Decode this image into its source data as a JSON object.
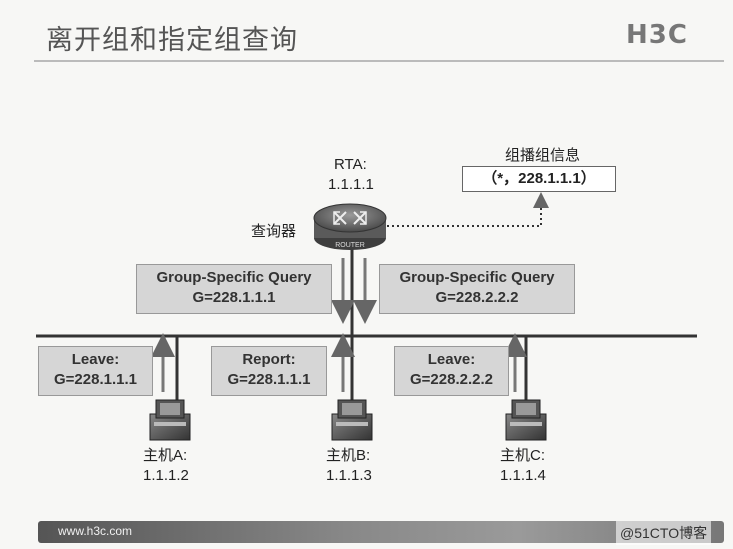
{
  "slide": {
    "title": "离开组和指定组查询",
    "logo": "H3C",
    "footer_url": "www.h3c.com",
    "watermark": "@51CTO博客"
  },
  "router": {
    "name": "RTA:",
    "address": "1.1.1.1",
    "role": "查询器",
    "device_label": "ROUTER"
  },
  "group_info": {
    "title": "组播组信息",
    "value": "（*，228.1.1.1）"
  },
  "queries": [
    {
      "line1": "Group-Specific Query",
      "line2": "G=228.1.1.1"
    },
    {
      "line1": "Group-Specific Query",
      "line2": "G=228.2.2.2"
    }
  ],
  "messages": [
    {
      "line1": "Leave:",
      "line2": "G=228.1.1.1"
    },
    {
      "line1": "Report:",
      "line2": "G=228.1.1.1"
    },
    {
      "line1": "Leave:",
      "line2": "G=228.2.2.2"
    }
  ],
  "hosts": [
    {
      "name": "主机A:",
      "address": "1.1.1.2"
    },
    {
      "name": "主机B:",
      "address": "1.1.1.3"
    },
    {
      "name": "主机C:",
      "address": "1.1.1.4"
    }
  ]
}
